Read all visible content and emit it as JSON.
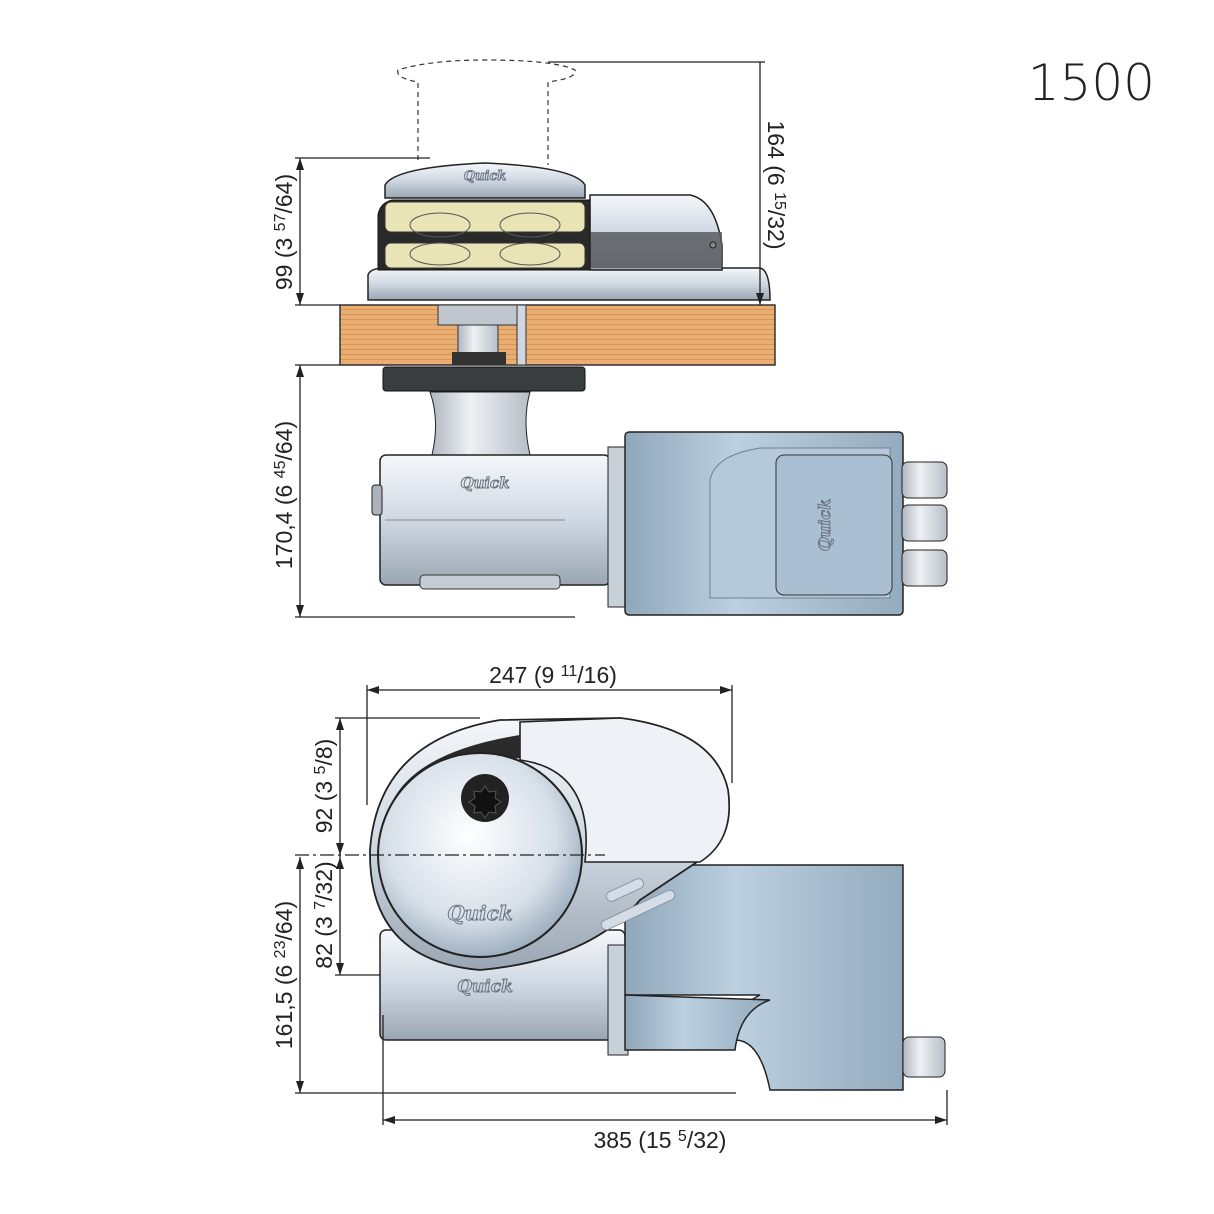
{
  "model": "1500",
  "brand_logo": "Quick",
  "colors": {
    "wood": "#e9ab6e",
    "motor": "#a9bfd1",
    "chrome": "#dfe6ee",
    "gypsy": "#e9e4b5",
    "body_dark": "#2a2a2a"
  },
  "side_view": {
    "dim_total_height": {
      "main": "164 (6 ",
      "sup": "15",
      "rest": "/32)"
    },
    "dim_above_deck": {
      "main": "99 (3 ",
      "sup": "57",
      "rest": "/64)"
    },
    "dim_below_deck": {
      "main": "170,4 (6 ",
      "sup": "45",
      "rest": "/64)"
    }
  },
  "top_view": {
    "dim_width_top": {
      "main": "247 (9 ",
      "sup": "11",
      "rest": "/16)"
    },
    "dim_front": {
      "main": "92 (3 ",
      "sup": "5",
      "rest": "/8)"
    },
    "dim_rear": {
      "main": "82 (3 ",
      "sup": "7",
      "rest": "/32)"
    },
    "dim_depth": {
      "main": "161,5 (6 ",
      "sup": "23",
      "rest": "/64)"
    },
    "dim_total_length": {
      "main": "385 (15 ",
      "sup": "5",
      "rest": "/32)"
    }
  }
}
